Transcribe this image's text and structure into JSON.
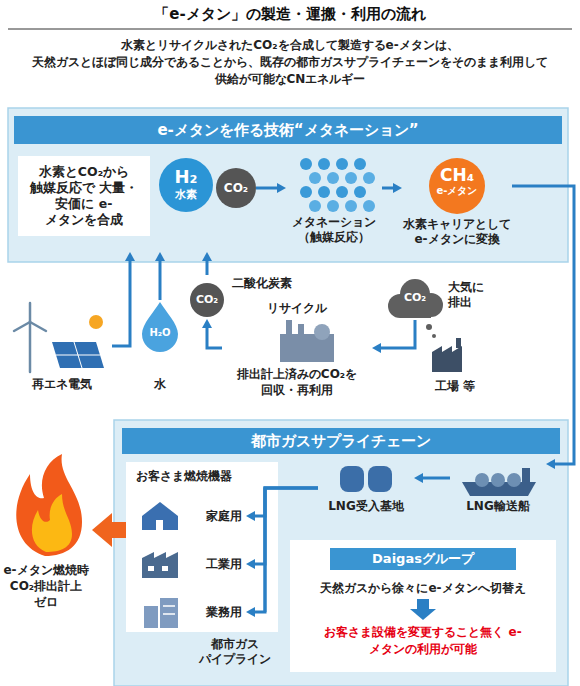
{
  "diagram": {
    "title": "「e-メタン」の製造・運搬・利用の流れ",
    "nodes": [
      {
        "text": [
          "e-メタンを作る技術“メタネーション”"
        ]
      },
      {
        "text": [
          "水素とCO₂から 触媒反応で 大量・安価に e-メタンを合成"
        ],
        "in": 0
      },
      {
        "text": [
          "H₂",
          "水素"
        ],
        "in": 0
      },
      {
        "text": [
          "CO₂"
        ],
        "in": 0
      },
      {
        "text": [
          "メタネーション （触媒反応）"
        ],
        "in": 0
      },
      {
        "text": [
          "CH₄",
          "e-メタン",
          "水素キャリアとして e-メタンに変換"
        ],
        "in": 0
      },
      {
        "text": [
          "再エネ電気"
        ]
      },
      {
        "text": [
          "H₂O",
          "水"
        ]
      },
      {
        "text": [
          "CO₂",
          "二酸化炭素"
        ]
      },
      {
        "text": [
          "リサイクル",
          "排出計上済みのCO₂を 回収・再利用"
        ]
      },
      {
        "text": [
          "CO₂",
          "大気に 排出"
        ]
      },
      {
        "text": [
          "工場 等"
        ]
      },
      {
        "text": [
          "都市ガスサプライチェーン"
        ]
      },
      {
        "text": [
          "お客さま燃焼機器"
        ],
        "in": 12
      },
      {
        "text": [
          "家庭用"
        ],
        "in": 13
      },
      {
        "text": [
          "工業用"
        ],
        "in": 13
      },
      {
        "text": [
          "業務用"
        ],
        "in": 13
      },
      {
        "text": [
          "LNG受入基地"
        ],
        "in": 12
      },
      {
        "text": [
          "LNG輸送船"
        ],
        "in": 12
      },
      {
        "text": [
          "Daigasグループ",
          "天然ガスから徐々にe-メタンへ切替え",
          "お客さま設備を変更すること無く e-メタンの利用が可能"
        ],
        "in": 12
      },
      {
        "text": [
          "e-メタン燃焼時 CO₂排出計上 ゼロ"
        ]
      }
    ],
    "edges": [
      {
        "from": 3,
        "to": 4,
        "arrow": "to"
      },
      {
        "from": 4,
        "to": 5,
        "arrow": "to"
      },
      {
        "from": 5,
        "to": 18,
        "arrow": "to"
      },
      {
        "from": 6,
        "to": 0,
        "arrow": "to"
      },
      {
        "from": 7,
        "to": 0,
        "arrow": "to"
      },
      {
        "from": 8,
        "to": 0,
        "arrow": "to"
      },
      {
        "from": 9,
        "to": 8,
        "arrow": "to"
      },
      {
        "from": 10,
        "to": 9,
        "arrow": "to"
      },
      {
        "from": 18,
        "to": 17,
        "arrow": "to"
      },
      {
        "from": 17,
        "to": 14,
        "arrow": "to"
      },
      {
        "from": 17,
        "to": 15,
        "arrow": "to"
      },
      {
        "from": 17,
        "to": 16,
        "arrow": "to"
      },
      {
        "from": 13,
        "to": 20,
        "arrow": "to"
      }
    ],
    "labels": [
      "水素とリサイクルされたCO₂を合成して製造するe-メタンは、 天然ガスとほぼ同じ成分であることから、既存の都市ガスサプライチェーンをそのまま利用して 供給が可能なCNエネルギー",
      "都市ガス パイプライン"
    ]
  }
}
